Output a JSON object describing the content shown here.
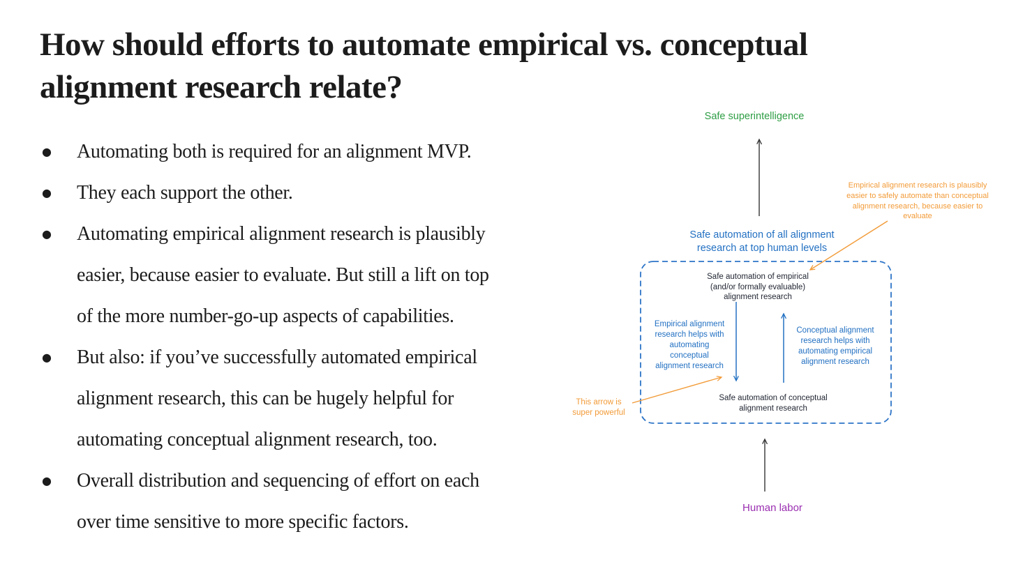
{
  "slide": {
    "title": "How should efforts to automate empirical vs. conceptual\nalignment research relate?",
    "bullets": [
      "Automating both is required for an alignment MVP.",
      "They each support the other.",
      "Automating empirical alignment research is plausibly\neasier, because easier to evaluate. But still a lift on top\nof the more number-go-up aspects of capabilities.",
      "But also: if you’ve successfully automated empirical\nalignment research, this can be hugely helpful for\nautomating conceptual alignment research, too.",
      "Overall distribution and sequencing of effort on each\nover time sensitive to more specific factors."
    ]
  },
  "diagram": {
    "nodes": {
      "safe_superintelligence": {
        "label": "Safe superintelligence",
        "color": "#2e9e44"
      },
      "all_alignment_automation": {
        "label": "Safe automation of all alignment\nresearch at top human levels",
        "color": "#2270c2"
      },
      "empirical_automation": {
        "label": "Safe automation of empirical\n(and/or formally evaluable)\nalignment research",
        "color": "#1f2430"
      },
      "conceptual_automation": {
        "label": "Safe automation of conceptual\nalignment research",
        "color": "#1f2430"
      },
      "human_labor": {
        "label": "Human labor",
        "color": "#9a2eb1"
      }
    },
    "edge_labels": {
      "empirical_helps_conceptual": {
        "label": "Empirical alignment\nresearch helps with\nautomating\nconceptual\nalignment research",
        "color": "#2270c2"
      },
      "conceptual_helps_empirical": {
        "label": "Conceptual alignment\nresearch helps with\nautomating empirical\nalignment research",
        "color": "#2270c2"
      }
    },
    "annotations": {
      "easier_to_automate": {
        "label": "Empirical alignment research is plausibly\neasier to safely automate than conceptual\nalignment research, because easier to\nevaluate",
        "color": "#f29b38"
      },
      "super_powerful": {
        "label": "This arrow is\nsuper powerful",
        "color": "#f29b38"
      }
    },
    "colors": {
      "dashed_box_border": "#2d74c7",
      "arrow_black": "#333333",
      "arrow_blue": "#2270c2",
      "arrow_orange": "#f29b38",
      "text_body": "#1c1c1c"
    }
  }
}
